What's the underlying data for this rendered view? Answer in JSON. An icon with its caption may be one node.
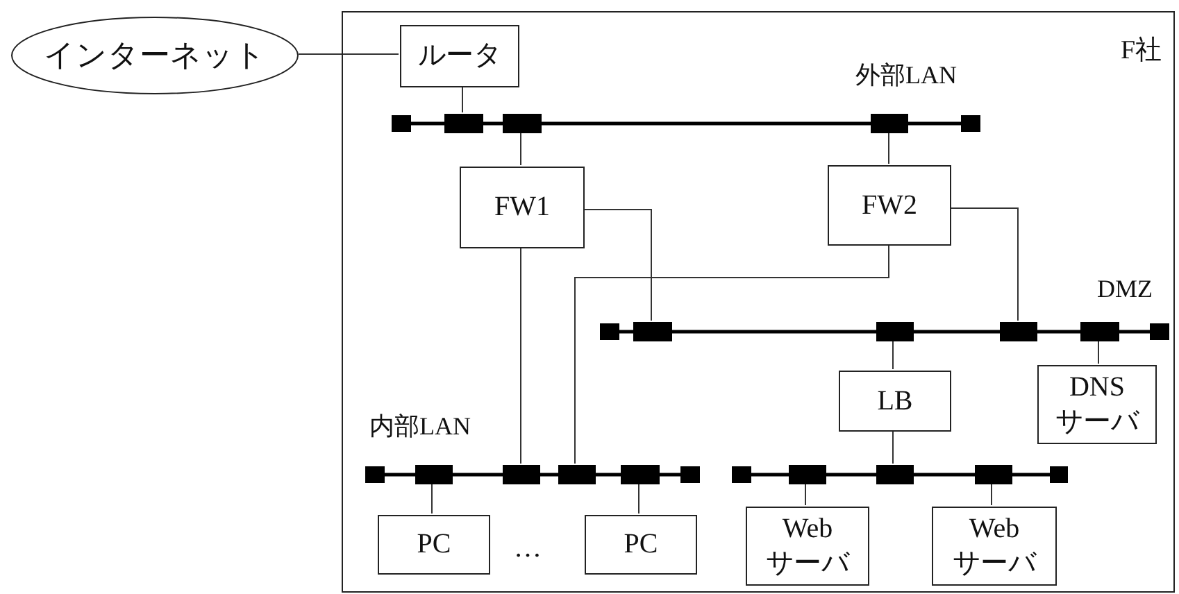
{
  "diagram": {
    "nodes": [
      {
        "text": [
          "インターネット"
        ]
      },
      {
        "text": [
          "F社"
        ]
      },
      {
        "text": [
          "ルータ"
        ],
        "in": 1
      },
      {
        "text": [
          "外部LAN"
        ],
        "in": 1
      },
      {
        "text": [
          "FW1"
        ],
        "in": 1
      },
      {
        "text": [
          "FW2"
        ],
        "in": 1
      },
      {
        "text": [
          "DMZ"
        ],
        "in": 1
      },
      {
        "text": [
          "LB"
        ],
        "in": 1
      },
      {
        "text": [
          "DNS サーバ"
        ],
        "in": 1
      },
      {
        "text": [
          "内部LAN"
        ],
        "in": 1
      },
      {
        "text": [
          "PC"
        ],
        "in": 1
      },
      {
        "text": [
          "PC"
        ],
        "in": 1
      },
      {
        "text": [],
        "shape": "bar",
        "in": 1
      },
      {
        "text": [
          "Web サーバ"
        ],
        "in": 1
      },
      {
        "text": [
          "Web サーバ"
        ],
        "in": 1
      }
    ],
    "edges": [
      {
        "from": 0,
        "to": 2,
        "arrow": "none"
      },
      {
        "from": 2,
        "to": 3,
        "arrow": "none"
      },
      {
        "from": 3,
        "to": 4,
        "arrow": "none"
      },
      {
        "from": 3,
        "to": 5,
        "arrow": "none"
      },
      {
        "from": 4,
        "to": 6,
        "arrow": "none"
      },
      {
        "from": 5,
        "to": 6,
        "arrow": "none"
      },
      {
        "from": 4,
        "to": 9,
        "arrow": "none"
      },
      {
        "from": 5,
        "to": 9,
        "arrow": "none"
      },
      {
        "from": 6,
        "to": 7,
        "arrow": "none"
      },
      {
        "from": 6,
        "to": 8,
        "arrow": "none"
      },
      {
        "from": 7,
        "to": 12,
        "arrow": "none"
      },
      {
        "from": 9,
        "to": 10,
        "arrow": "none"
      },
      {
        "from": 9,
        "to": 11,
        "arrow": "none"
      },
      {
        "from": 12,
        "to": 13,
        "arrow": "none"
      },
      {
        "from": 12,
        "to": 14,
        "arrow": "none"
      }
    ],
    "labels": [
      "…"
    ]
  }
}
